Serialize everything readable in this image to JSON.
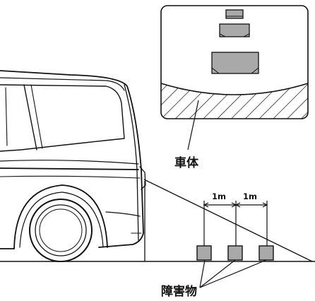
{
  "labels": {
    "vehicle_body": "車体",
    "obstacles": "障害物",
    "distance_1": "1m",
    "distance_2": "1m"
  },
  "colors": {
    "line": "#111111",
    "block_fill": "#a9a9a9",
    "background": "#ffffff"
  }
}
